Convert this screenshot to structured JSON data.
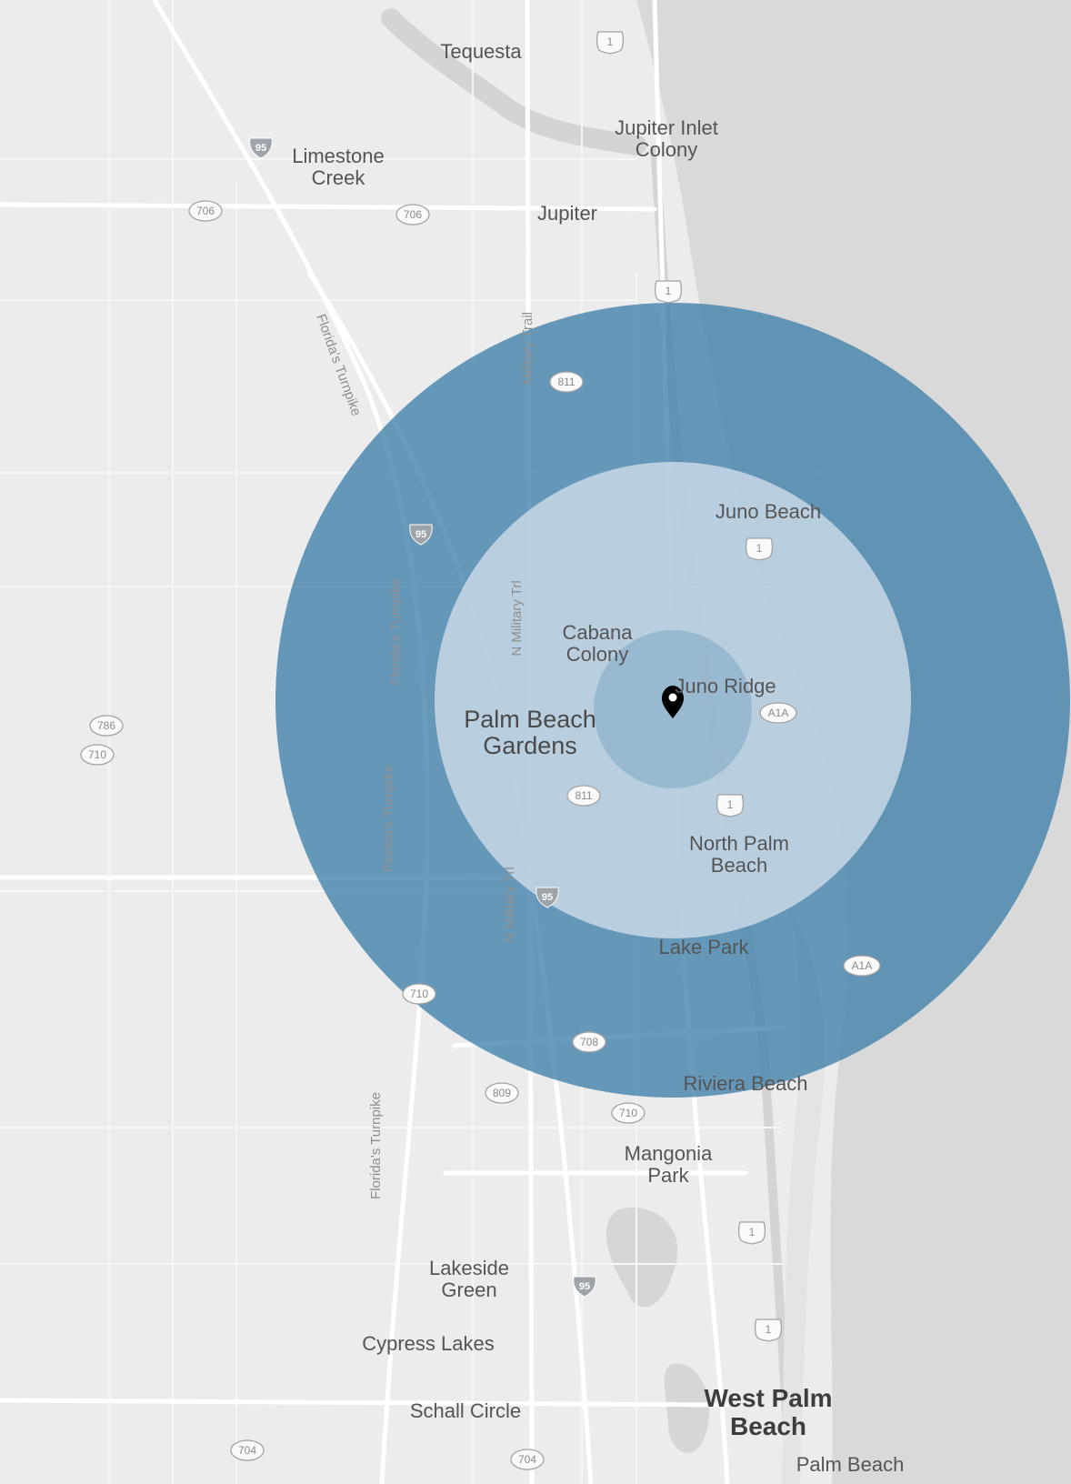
{
  "map": {
    "colors": {
      "land": "#ececec",
      "water": "#d9d9d9",
      "roads": "#ffffff",
      "outer_ring": "#3f7fab",
      "middle_ring": "#bcd1e0",
      "inner_ring": "#5f8fb1",
      "pin": "#000000",
      "label": "#555555"
    },
    "center_marker": {
      "icon": "map-pin-icon"
    },
    "radius_rings": [
      "outer-radius-ring",
      "middle-radius-ring",
      "inner-radius-ring"
    ],
    "place_labels": {
      "tequesta": "Tequesta",
      "jupiter_inlet_colony": [
        "Jupiter Inlet",
        "Colony"
      ],
      "limestone_creek": [
        "Limestone",
        "Creek"
      ],
      "jupiter": "Jupiter",
      "juno_beach": "Juno Beach",
      "cabana_colony": [
        "Cabana",
        "Colony"
      ],
      "juno_ridge": "Juno Ridge",
      "palm_beach_gardens": [
        "Palm Beach",
        "Gardens"
      ],
      "north_palm_beach": [
        "North Palm",
        "Beach"
      ],
      "lake_park": "Lake Park",
      "riviera_beach": "Riviera Beach",
      "mangonia_park": [
        "Mangonia",
        "Park"
      ],
      "lakeside_green": [
        "Lakeside",
        "Green"
      ],
      "cypress_lakes": "Cypress Lakes",
      "schall_circle": "Schall Circle",
      "west_palm_beach": [
        "West Palm",
        "Beach"
      ],
      "palm_beach": "Palm Beach"
    },
    "road_labels": {
      "floridas_turnpike": "Florida's Turnpike",
      "military_trail": "Military Trail",
      "n_military_trl": "N Military Trl"
    },
    "shields": {
      "us1": "1",
      "i95": "95",
      "sr706": "706",
      "sr811": "811",
      "sr786": "786",
      "sr710": "710",
      "sr708": "708",
      "sr809": "809",
      "sr704": "704",
      "a1a": "A1A"
    }
  }
}
